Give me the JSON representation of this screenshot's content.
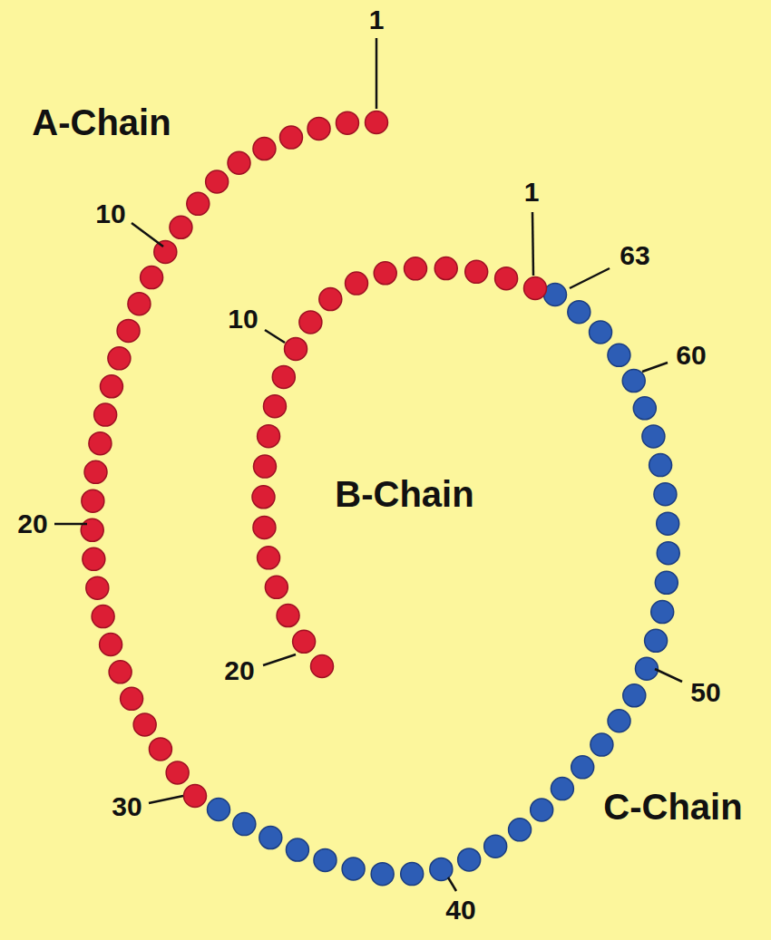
{
  "diagram": {
    "labels": [
      "A-Chain",
      "1",
      "10",
      "20",
      "30",
      "1",
      "10",
      "20",
      "B-Chain",
      "63",
      "60",
      "50",
      "40",
      "C-Chain"
    ]
  }
}
